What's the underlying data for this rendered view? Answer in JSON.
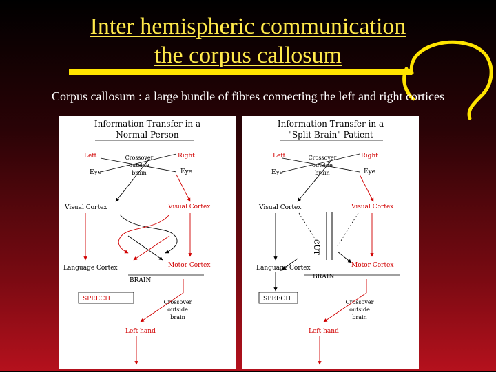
{
  "title_line1": "Inter hemispheric communication",
  "title_line2": "the corpus callosum",
  "subtitle": "Corpus callosum : a large bundle of fibres connecting the left and right cortices",
  "panels": [
    {
      "heading1": "Information Transfer in a",
      "heading2": "Normal Person",
      "left_label": "Left",
      "eye_left": "Eye",
      "right_label": "Right",
      "eye_right": "Eye",
      "crossover_top1": "Crossover",
      "crossover_top2": "outside",
      "crossover_top3": "brain",
      "visual_left": "Visual Cortex",
      "visual_right": "Visual Cortex",
      "language": "Language Cortex",
      "motor": "Motor Cortex",
      "brain": "BRAIN",
      "speech": "SPEECH",
      "crossover_bot1": "Crossover",
      "crossover_bot2": "outside",
      "crossover_bot3": "brain",
      "left_hand": "Left hand"
    },
    {
      "heading1": "Information Transfer in a",
      "heading2": "\"Split Brain\" Patient",
      "left_label": "Left",
      "eye_left": "Eye",
      "right_label": "Right",
      "eye_right": "Eye",
      "crossover_top1": "Crossover",
      "crossover_top2": "outside",
      "crossover_top3": "brain",
      "visual_left": "Visual Cortex",
      "visual_right": "Visual Cortex",
      "cut": "CUT",
      "language": "Language Cortex",
      "motor": "Motor Cortex",
      "brain": "BRAIN",
      "speech": "SPEECH",
      "crossover_bot1": "Crossover",
      "crossover_bot2": "outside",
      "crossover_bot3": "brain",
      "left_hand": "Left hand"
    }
  ],
  "colors": {
    "title": "#ffe94a",
    "highlight": "#ffe400",
    "red_text": "#d10000",
    "arrow_red": "#d10000"
  }
}
